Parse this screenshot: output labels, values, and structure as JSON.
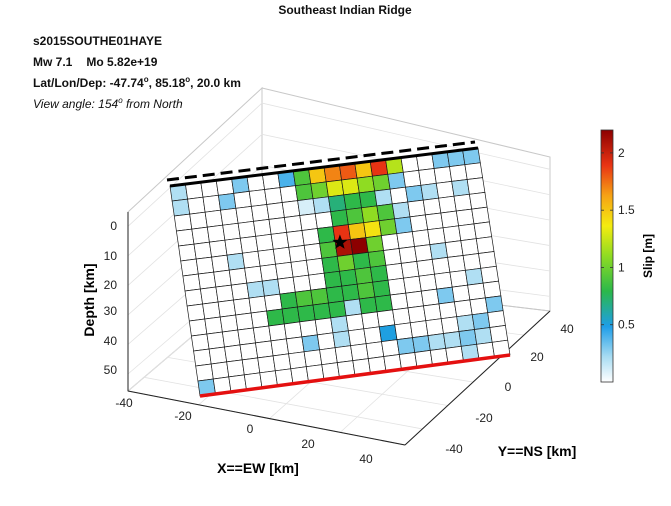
{
  "chart_data": {
    "type": "heatmap",
    "title": "Southeast Indian Ridge",
    "event_id": "s2015SOUTHE01HAYE",
    "mw": "Mw 7.1",
    "mo": "Mo 5.82e+19",
    "latlon_prefix": "Lat/Lon/Dep: -47.74",
    "latlon_sep": ", 85.18",
    "latlon_suffix": ", 20.0 km",
    "degree_mark": "o",
    "view_prefix": "View angle: 154",
    "view_suffix": " from North",
    "xlabel": "X==EW [km]",
    "ylabel": "Y==NS [km]",
    "zlabel": "Depth [km]",
    "colorbar_label": "Slip [m]",
    "x_ticks": [
      "-40",
      "-20",
      "0",
      "20",
      "40"
    ],
    "y_ticks": [
      "40",
      "20",
      "0",
      "-20",
      "-40"
    ],
    "z_ticks": [
      "0",
      "10",
      "20",
      "30",
      "40",
      "50"
    ],
    "colorbar_ticks": [
      "0.5",
      "1",
      "1.5",
      "2"
    ],
    "colorbar_range": [
      0,
      2.2
    ],
    "fault_grid": {
      "columns": 20,
      "rows": 14,
      "peak_slip": 2.2,
      "hypocenter": {
        "col": 10,
        "row": 5
      },
      "slip_values": [
        [
          0.2,
          0,
          0,
          0,
          0.3,
          0,
          0,
          0.4,
          0.9,
          1.5,
          1.7,
          1.8,
          1.5,
          1.9,
          1.2,
          0,
          0,
          0.3,
          0.3,
          0.3
        ],
        [
          0.2,
          0,
          0,
          0.3,
          0,
          0,
          0,
          0,
          0.9,
          1.0,
          1.3,
          1.3,
          1.1,
          1.0,
          0.3,
          0,
          0,
          0,
          0,
          0
        ],
        [
          0,
          0,
          0,
          0,
          0,
          0,
          0,
          0,
          0.1,
          0.2,
          0.7,
          0.8,
          0.8,
          0.2,
          0,
          0.3,
          0.2,
          0,
          0.2,
          0
        ],
        [
          0,
          0,
          0,
          0,
          0,
          0,
          0,
          0,
          0,
          0,
          0.8,
          0.9,
          1.1,
          0.9,
          0.2,
          0,
          0,
          0,
          0,
          0
        ],
        [
          0,
          0,
          0,
          0,
          0,
          0,
          0,
          0,
          0,
          0.8,
          1.9,
          1.5,
          1.4,
          1.0,
          0.3,
          0,
          0,
          0,
          0,
          0
        ],
        [
          0,
          0,
          0,
          0.2,
          0,
          0,
          0,
          0,
          0,
          0.9,
          2.1,
          2.2,
          1.0,
          0,
          0,
          0,
          0,
          0,
          0,
          0
        ],
        [
          0,
          0,
          0,
          0,
          0,
          0,
          0,
          0,
          0,
          0.8,
          1.0,
          0.8,
          0.9,
          0,
          0,
          0,
          0.2,
          0,
          0,
          0
        ],
        [
          0,
          0,
          0,
          0,
          0.2,
          0.2,
          0,
          0,
          0,
          0.8,
          0.8,
          0.9,
          0.8,
          0,
          0,
          0,
          0,
          0,
          0,
          0
        ],
        [
          0,
          0,
          0,
          0,
          0,
          0,
          0.8,
          0.9,
          0.9,
          0.8,
          0.8,
          0.9,
          0.8,
          0,
          0,
          0,
          0,
          0,
          0.2,
          0
        ],
        [
          0,
          0,
          0,
          0,
          0,
          0.8,
          0.8,
          0.8,
          0.8,
          0.8,
          0.2,
          0.8,
          0.8,
          0,
          0,
          0,
          0.3,
          0,
          0,
          0
        ],
        [
          0,
          0,
          0,
          0,
          0,
          0,
          0,
          0,
          0,
          0.2,
          0,
          0,
          0,
          0,
          0,
          0,
          0,
          0,
          0,
          0.3
        ],
        [
          0,
          0,
          0,
          0,
          0,
          0,
          0,
          0.3,
          0,
          0.2,
          0,
          0,
          0.5,
          0,
          0,
          0,
          0,
          0.2,
          0.3,
          0
        ],
        [
          0,
          0,
          0,
          0,
          0,
          0,
          0,
          0,
          0,
          0,
          0,
          0,
          0,
          0.3,
          0.3,
          0.2,
          0.2,
          0.3,
          0.2,
          0
        ],
        [
          0.3,
          0,
          0,
          0,
          0,
          0,
          0,
          0,
          0,
          0,
          0,
          0,
          0,
          0,
          0,
          0,
          0,
          0.2,
          0,
          0
        ]
      ]
    }
  }
}
